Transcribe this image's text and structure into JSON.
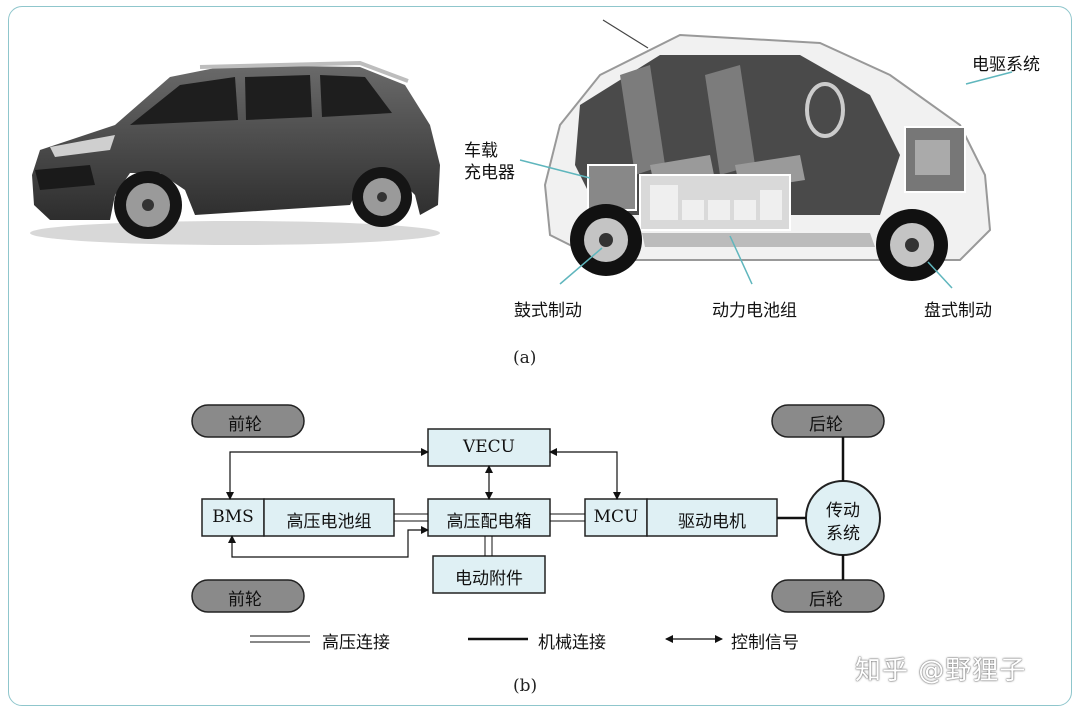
{
  "photo_labels": {
    "charger": "车载\n充电器",
    "drive_system": "电驱系统",
    "drum_brake": "鼓式制动",
    "battery_pack": "动力电池组",
    "disc_brake": "盘式制动"
  },
  "captions": {
    "a": "(a)",
    "b": "(b)"
  },
  "diagram": {
    "front_wheel_top": "前轮",
    "front_wheel_bottom": "前轮",
    "rear_wheel_top": "后轮",
    "rear_wheel_bottom": "后轮",
    "vecu": "VECU",
    "bms": "BMS",
    "hv_battery": "高压电池组",
    "hv_box": "高压配电箱",
    "mcu": "MCU",
    "drive_motor": "驱动电机",
    "transmission_line1": "传动",
    "transmission_line2": "系统",
    "accessories": "电动附件"
  },
  "legend": {
    "hv": "高压连接",
    "mech": "机械连接",
    "ctrl": "控制信号"
  },
  "watermark": "知乎 @野狸子",
  "colors": {
    "frame": "#8fc6cc",
    "box_fill": "#dff0f4",
    "wheel_fill": "#8a8a8a",
    "line": "#111111"
  }
}
